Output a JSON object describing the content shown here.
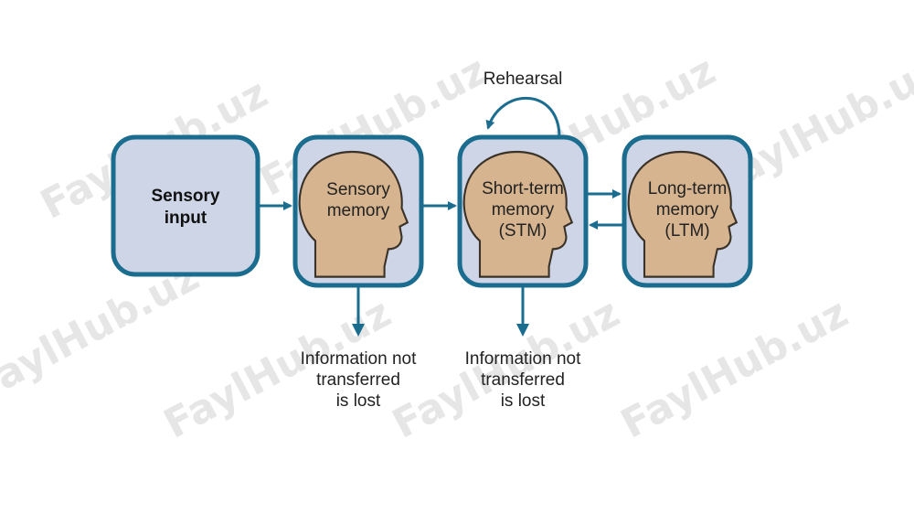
{
  "stages": {
    "sensory_input": {
      "lines": [
        "Sensory",
        "input"
      ]
    },
    "sensory_memory": {
      "lines": [
        "Sensory",
        "memory"
      ]
    },
    "short_term_memory": {
      "lines": [
        "Short-term",
        "memory",
        "(STM)"
      ]
    },
    "long_term_memory": {
      "lines": [
        "Long-term",
        "memory",
        "(LTM)"
      ]
    }
  },
  "rehearsal_label": "Rehearsal",
  "loss_notes": {
    "from_sensory": [
      "Information not",
      "transferred",
      "is lost"
    ],
    "from_stm": [
      "Information not",
      "transferred",
      "is lost"
    ]
  },
  "watermark_text": "FaylHub.uz",
  "colors": {
    "box_fill": "#cdd5e6",
    "box_border": "#1b6d8f",
    "arrow": "#1b6d8f",
    "head_fill": "#d6b48f"
  }
}
